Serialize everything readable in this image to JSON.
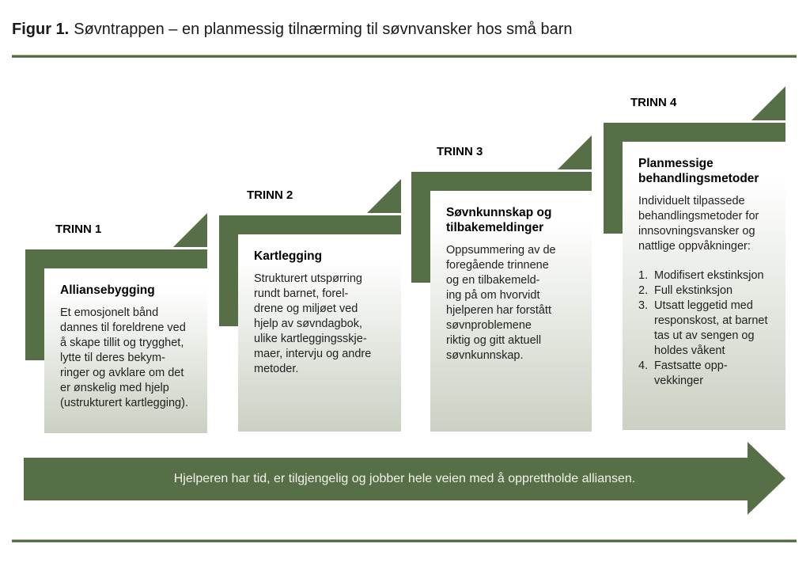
{
  "title": {
    "prefix": "Figur 1.",
    "text": "Søvntrappen – en planmessig tilnærming til søvnvansker hos små barn"
  },
  "colors": {
    "green": "#566F47",
    "box_gradient_top": "#ffffff",
    "box_gradient_bottom": "#cad1c3",
    "text": "#1f1f1f",
    "arrow_text": "#f1f4ec"
  },
  "steps": [
    {
      "label": "TRINN 1",
      "heading": "Alliansebygging",
      "body": "Et emosjonelt bånd\ndannes til foreldrene ved\nå skape tillit og trygghet,\nlytte til deres bekym-\nringer og avklare om det\ner ønskelig med hjelp\n(ustrukturert kartlegging)."
    },
    {
      "label": "TRINN 2",
      "heading": "Kartlegging",
      "body": "Strukturert utspørring\nrundt barnet, forel-\ndrene og miljøet ved\nhjelp av søvndagbok,\nulike kartleggingsskje-\nmaer, intervju og andre\nmetoder."
    },
    {
      "label": "TRINN 3",
      "heading": "Søvnkunnskap og\ntilbakemeldinger",
      "body": "Oppsummering av de\nforegående trinnene\nog en tilbakemeld-\ning på om hvorvidt\nhjelperen har forstått\nsøvnproblemene\nriktig og gitt aktuell\nsøvnkunnskap."
    },
    {
      "label": "TRINN 4",
      "heading": "Planmessige\nbehandlingsmetoder",
      "body": "Individuelt tilpassede\nbehandlingsmetoder for\ninnsovningsvansker og\nnattlige oppvåkninger:",
      "list": [
        {
          "num": "1.",
          "text": "Modifisert ekstinksjon"
        },
        {
          "num": "2.",
          "text": "Full ekstinksjon"
        },
        {
          "num": "3.",
          "text": "Utsatt leggetid med\nresponskost, at barnet\ntas ut av sengen og\nholdes våkent"
        },
        {
          "num": "4.",
          "text": "Fastsatte opp-\nvekkinger"
        }
      ]
    }
  ],
  "arrow": {
    "text": "Hjelperen har tid, er tilgjengelig og jobber hele veien med å opprettholde alliansen."
  }
}
